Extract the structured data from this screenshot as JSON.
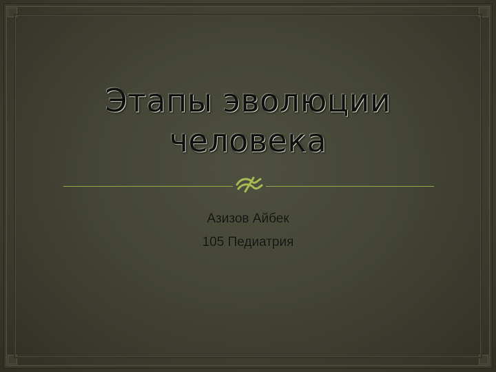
{
  "slide": {
    "title": "Этапы эволюции\nчеловека",
    "author": "Азизов Айбек",
    "group": "105 Педиатрия"
  },
  "colors": {
    "background": "#44453a",
    "frame": "#3a3a2d",
    "accent": "#98a84a",
    "title_text": "#0f1010",
    "body_text": "#111111"
  },
  "icons": {
    "divider_ornament": "flourish-icon"
  }
}
